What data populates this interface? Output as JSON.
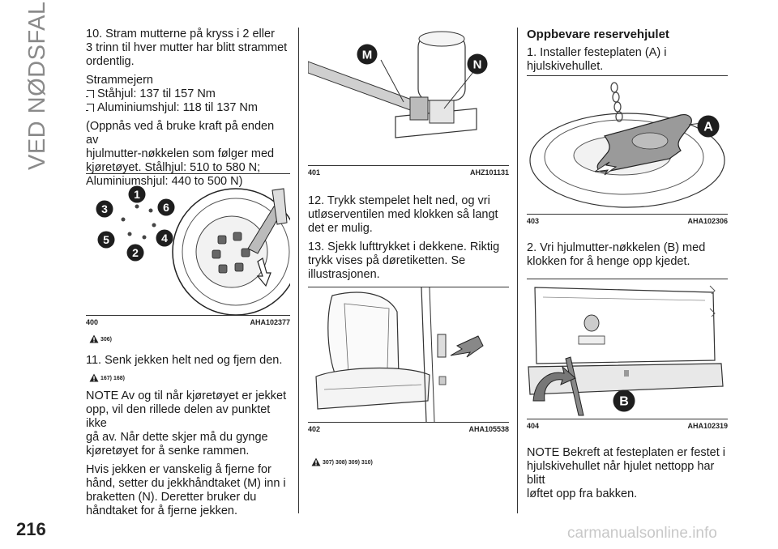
{
  "section_title": "VED NØDSFALL",
  "page_number": "216",
  "watermark": "carmanualsonline.info",
  "col1": {
    "step10_line1": "10. Stram mutterne på kryss i 2 eller",
    "step10_line2": "3 trinn til hver mutter har blitt strammet",
    "step10_line3": "ordentlig.",
    "torque_label": "Strammejern",
    "steel_torque": "Ståhjul: 137 til 157 Nm",
    "alu_torque": "Aluminiumshjul: 118 til 137 Nm",
    "force_line1": "(Oppnås ved å bruke kraft på enden av",
    "force_line2": "hjulmutter-nøkkelen som følger med",
    "force_line3": "kjøretøyet. Stålhjul: 510 to 580 N;",
    "force_line4": "Aluminiumshjul: 440 to 500 N)",
    "fig_number": "400",
    "fig_code": "AHA102377",
    "warning_ref": "306)",
    "step11": "11. Senk jekken helt ned og fjern den.",
    "warning_ref2": "167) 168)",
    "note_line1": "NOTE  Av og til når kjøretøyet er jekket",
    "note_line2": "opp, vil den rillede delen av punktet ikke",
    "note_line3": "gå av. Når dette skjer må du gynge",
    "note_line4": "kjøretøyet for å senke rammen.",
    "jack_line1": "Hvis jekken er vanskelig å fjerne for",
    "jack_line2": "hånd, setter du jekkhåndtaket (M) inn i",
    "jack_line3": "braketten (N). Deretter bruker du",
    "jack_line4": "håndtaket for å fjerne jekken.",
    "bolt_labels": [
      "1",
      "2",
      "3",
      "4",
      "5",
      "6"
    ]
  },
  "col2": {
    "fig401_number": "401",
    "fig401_code": "AHZ101131",
    "label_m": "M",
    "label_n": "N",
    "step12_line1": "12. Trykk stempelet helt ned, og vri",
    "step12_line2": "utløserventilen med klokken så langt",
    "step12_line3": "det er mulig.",
    "step13_line1": "13. Sjekk lufttrykket i dekkene. Riktig",
    "step13_line2": "trykk vises på døretiketten. Se",
    "step13_line3": "illustrasjonen.",
    "fig402_number": "402",
    "fig402_code": "AHA105538",
    "warning_refs": "307) 308) 309) 310)"
  },
  "col3": {
    "heading": "Oppbevare reservehjulet",
    "step1_line1": "1. Installer festeplaten (A) i",
    "step1_line2": "hjulskivehullet.",
    "fig403_number": "403",
    "fig403_code": "AHA102306",
    "label_a": "A",
    "step2_line1": "2. Vri hjulmutter-nøkkelen (B) med",
    "step2_line2": "klokken for å henge opp kjedet.",
    "fig404_number": "404",
    "fig404_code": "AHA102319",
    "label_b": "B",
    "note_line1": "NOTE  Bekreft at festeplaten er festet i",
    "note_line2": "hjulskivehullet når hjulet nettopp har blitt",
    "note_line3": "løftet opp fra bakken."
  },
  "colors": {
    "badge_dark": "#1e1e1e",
    "rule": "#333333",
    "side_title": "#8a8a8a"
  }
}
